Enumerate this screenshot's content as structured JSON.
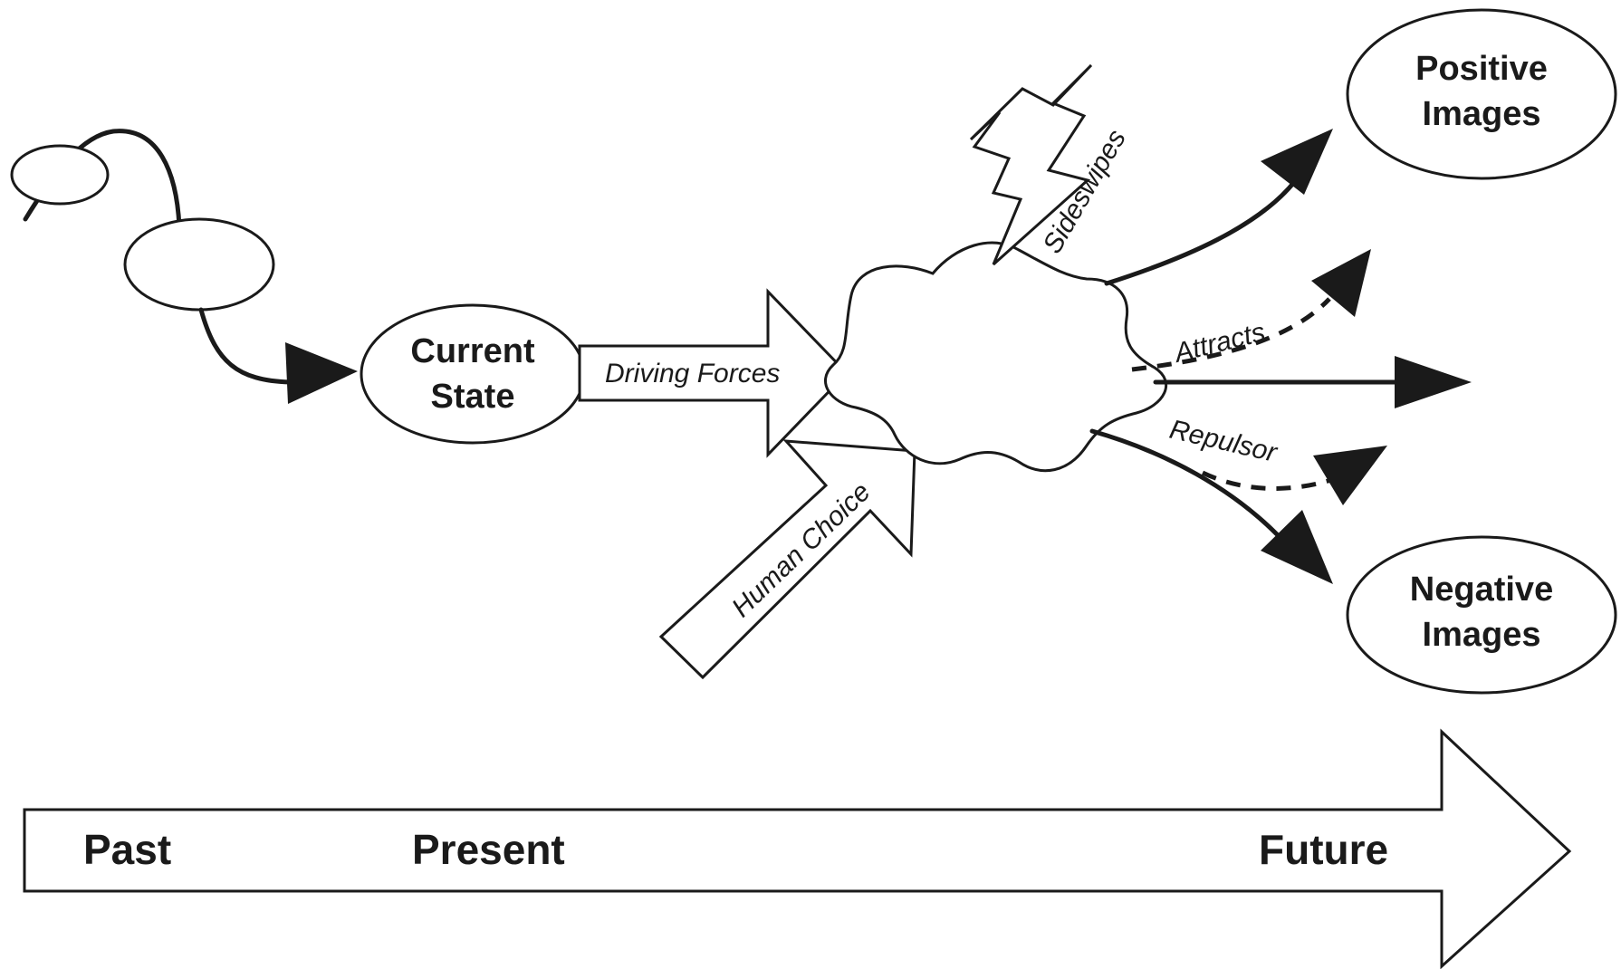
{
  "diagram": {
    "nodes": {
      "current_state": {
        "line1": "Current",
        "line2": "State"
      },
      "positive_images": {
        "line1": "Positive",
        "line2": "Images"
      },
      "negative_images": {
        "line1": "Negative",
        "line2": "Images"
      }
    },
    "arrow_labels": {
      "driving_forces": "Driving Forces",
      "human_choice": "Human Choice",
      "sideswipes": "Sideswipes",
      "attracts": "Attracts",
      "repulsor": "Repulsor"
    },
    "timeline": {
      "past": "Past",
      "present": "Present",
      "future": "Future"
    }
  },
  "colors": {
    "ink": "#1a1a1a",
    "background": "#ffffff"
  }
}
